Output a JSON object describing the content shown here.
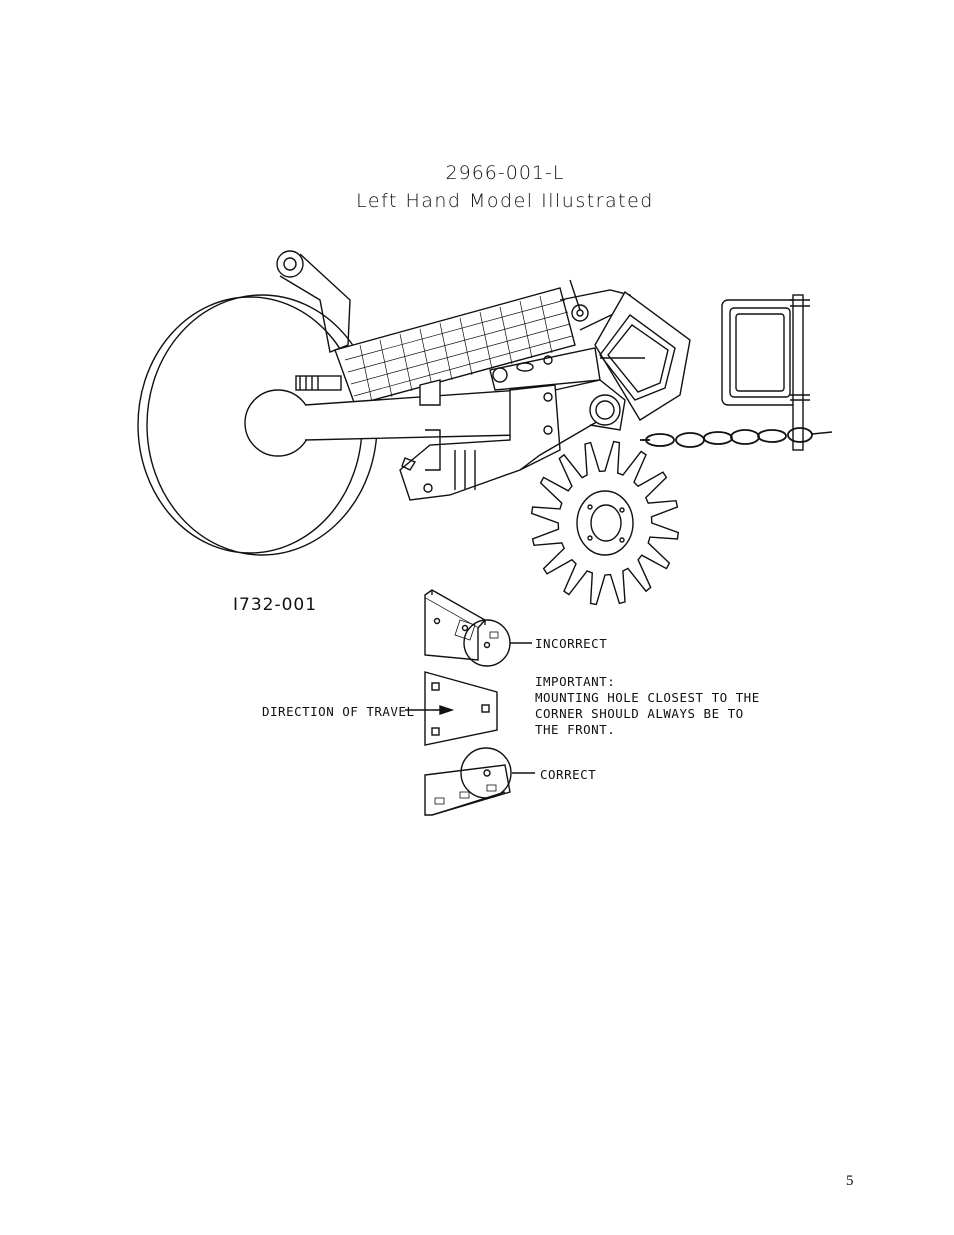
{
  "header": {
    "model_number": "2966-001-L",
    "subtitle": "Left Hand Model Illustrated"
  },
  "detail": {
    "part_number": "I732-001",
    "incorrect_label": "INCORRECT",
    "important_heading": "IMPORTANT:",
    "important_lines": [
      "MOUNTING HOLE CLOSEST TO THE",
      "CORNER SHOULD ALWAYS BE TO",
      "THE FRONT."
    ],
    "direction_label": "DIRECTION OF TRAVEL",
    "correct_label": "CORRECT"
  },
  "footer": {
    "page_number": "5"
  }
}
